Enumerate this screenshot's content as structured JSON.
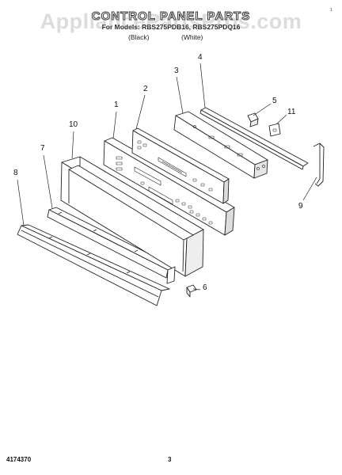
{
  "page": {
    "corner_mark": "¹",
    "title": "CONTROL PANEL PARTS",
    "model_line": "For Models: RBS275PDB16, RBS275PDQ16",
    "colors": [
      "(Black)",
      "(White)"
    ],
    "watermark": "AppliancePartsPros.com",
    "doc_number": "4174370",
    "page_number": "3"
  },
  "callouts": {
    "c1": "1",
    "c2": "2",
    "c3": "3",
    "c4": "4",
    "c5": "5",
    "c6": "6",
    "c7": "7",
    "c8": "8",
    "c9": "9",
    "c10": "10",
    "c11": "11"
  }
}
